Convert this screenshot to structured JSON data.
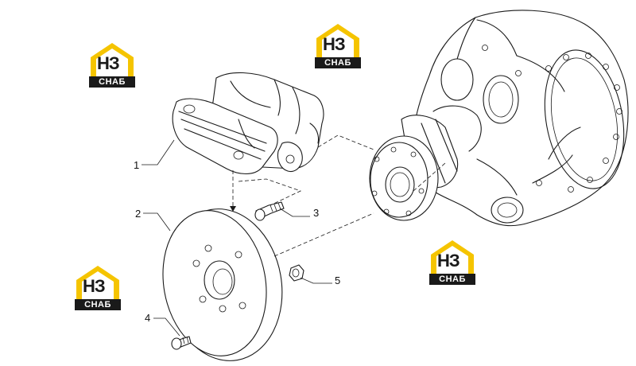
{
  "diagram": {
    "callouts": [
      {
        "id": "1",
        "label": "1"
      },
      {
        "id": "2",
        "label": "2"
      },
      {
        "id": "3",
        "label": "3"
      },
      {
        "id": "4",
        "label": "4"
      },
      {
        "id": "5",
        "label": "5"
      }
    ]
  },
  "watermark": {
    "mark": "НЗ",
    "word": "СНАБ",
    "colors": {
      "accent": "#f5c400",
      "dark": "#1a1a1a"
    }
  }
}
